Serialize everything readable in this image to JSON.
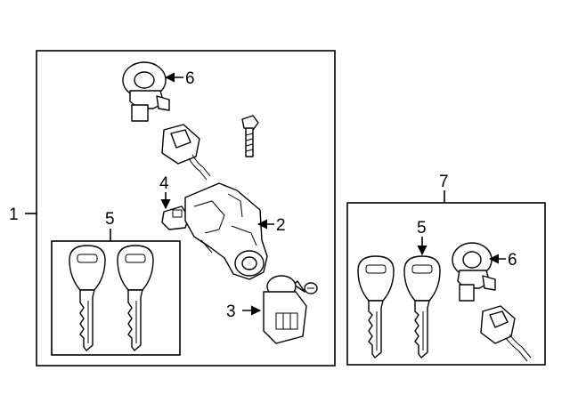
{
  "callouts": {
    "c1": "1",
    "c2": "2",
    "c3": "3",
    "c4": "4",
    "c5_left": "5",
    "c6_top": "6",
    "c7": "7",
    "c5_right": "5",
    "c6_right": "6"
  },
  "colors": {
    "line": "#000000",
    "background": "#ffffff"
  }
}
